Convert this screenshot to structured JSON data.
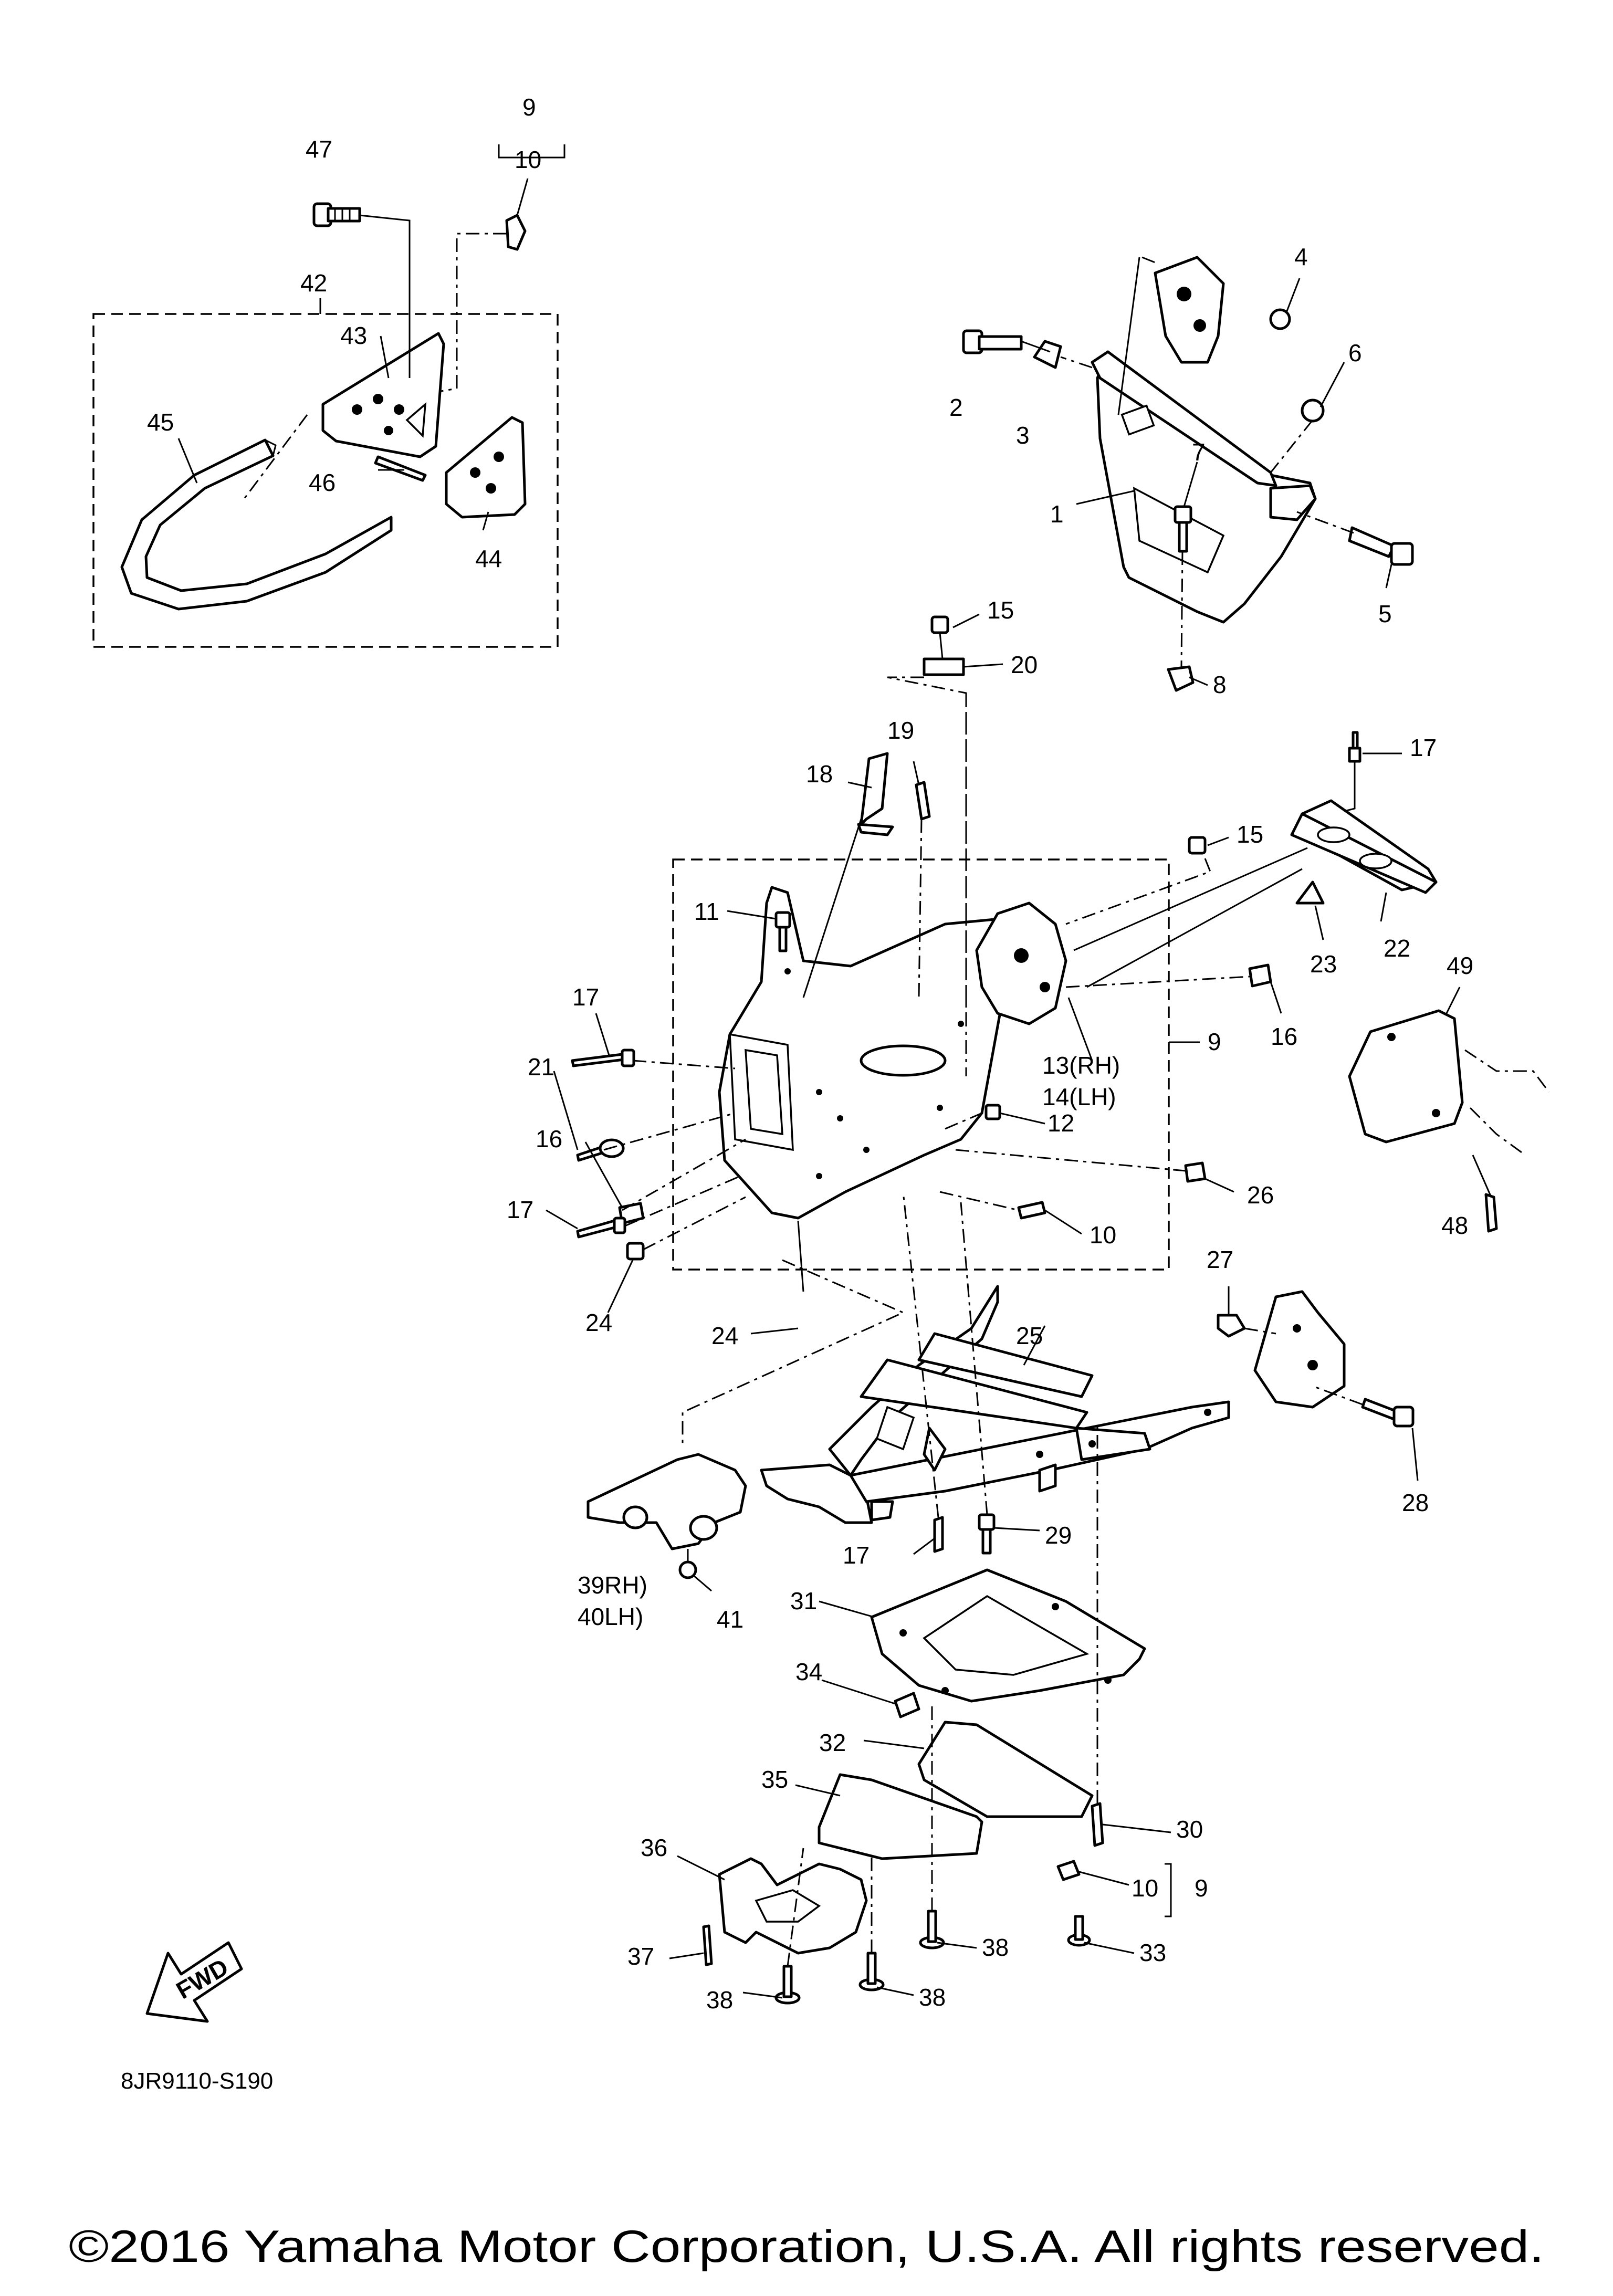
{
  "diagram": {
    "drawing_code": "8JR9110-S190",
    "copyright": "©2016 Yamaha Motor Corporation, U.S.A. All rights reserved.",
    "fwd_label": "FWD",
    "callouts": {
      "c1": "1",
      "c2": "2",
      "c3": "3",
      "c4": "4",
      "c5": "5",
      "c6": "6",
      "c7": "7",
      "c8": "8",
      "c9a": "9",
      "c10a": "10",
      "c9b": "9",
      "c10b": "10",
      "c9c": "9",
      "c10c": "10",
      "c11": "11",
      "c12": "12",
      "c13": "13(RH)",
      "c14": "14(LH)",
      "c15a": "15",
      "c15b": "15",
      "c16a": "16",
      "c16b": "16",
      "c17a": "17",
      "c17b": "17",
      "c17c": "17",
      "c17d": "17",
      "c18": "18",
      "c19": "19",
      "c20": "20",
      "c21": "21",
      "c22": "22",
      "c23": "23",
      "c24a": "24",
      "c24b": "24",
      "c25": "25",
      "c26": "26",
      "c27": "27",
      "c28": "28",
      "c29": "29",
      "c30": "30",
      "c31": "31",
      "c32": "32",
      "c33": "33",
      "c34": "34",
      "c35": "35",
      "c36": "36",
      "c37": "37",
      "c38a": "38",
      "c38b": "38",
      "c38c": "38",
      "c39": "39RH)",
      "c40": "40LH)",
      "c41": "41",
      "c42": "42",
      "c43": "43",
      "c44": "44",
      "c45": "45",
      "c46": "46",
      "c47": "47",
      "c48": "48",
      "c49": "49"
    }
  }
}
